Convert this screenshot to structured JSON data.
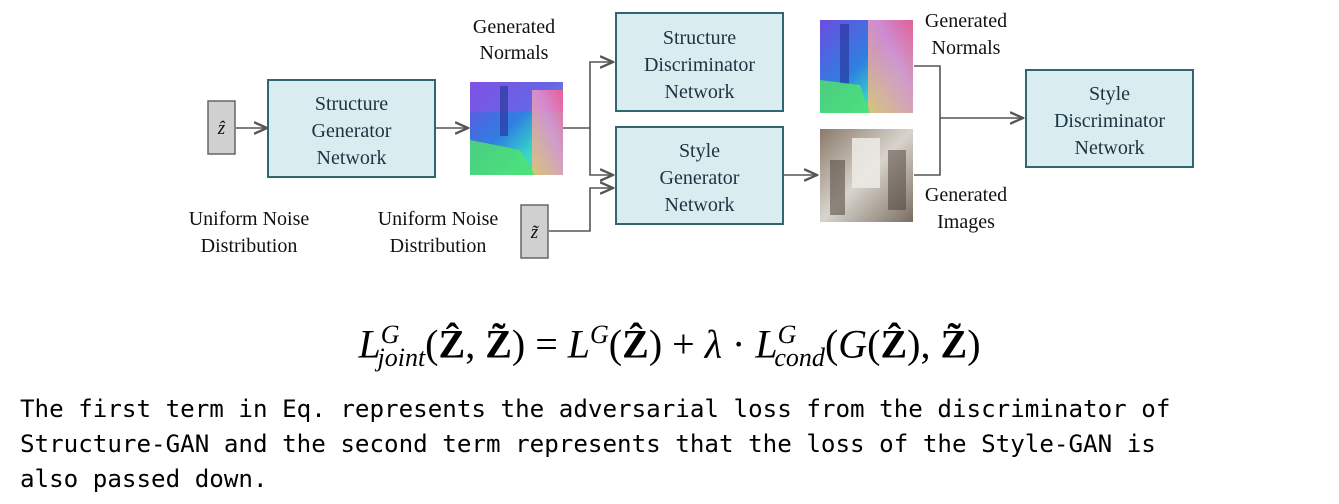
{
  "nodes": {
    "z_hat": {
      "symbol": "ẑ"
    },
    "z_tilde": {
      "symbol": "z̃"
    },
    "structure_generator": {
      "lines": [
        "Structure",
        "Generator",
        "Network"
      ]
    },
    "structure_discriminator": {
      "lines": [
        "Structure",
        "Discriminator",
        "Network"
      ]
    },
    "style_generator": {
      "lines": [
        "Style",
        "Generator",
        "Network"
      ]
    },
    "style_discriminator": {
      "lines": [
        "Style",
        "Discriminator",
        "Network"
      ]
    }
  },
  "labels": {
    "noise_1": [
      "Uniform Noise",
      "Distribution"
    ],
    "noise_2": [
      "Uniform Noise",
      "Distribution"
    ],
    "generated_normals_1": [
      "Generated",
      "Normals"
    ],
    "generated_normals_2": [
      "Generated",
      "Normals"
    ],
    "generated_images": [
      "Generated",
      "Images"
    ]
  },
  "equation": {
    "L": "L",
    "sup_G": "G",
    "sub_joint": "joint",
    "open": "(",
    "Zhat": "Ẑ",
    "comma": ", ",
    "Ztilde": "Z̃",
    "close_eq": ") = ",
    "L2": "L",
    "sup_G2": "G",
    "open2": "(",
    "Zhat2": "Ẑ",
    "plus": ") + ",
    "lambda": "λ",
    "dot": " · ",
    "L3": "L",
    "sup_G3": "G",
    "sub_cond": "cond",
    "open3": "(",
    "G": "G",
    "open4": "(",
    "Zhat3": "Ẑ",
    "close_comma": "), ",
    "Ztilde2": "Z̃",
    "close_final": ")"
  },
  "caption": "The first term in Eq. represents the adversarial loss from the discriminator of\nStructure-GAN and the second term represents that the loss of the Style-GAN is\nalso passed down.",
  "colors": {
    "box_fill": "#d9ecef",
    "box_stroke": "#2f6670",
    "noise_fill": "#d0d0d0",
    "arrow": "#555555"
  }
}
